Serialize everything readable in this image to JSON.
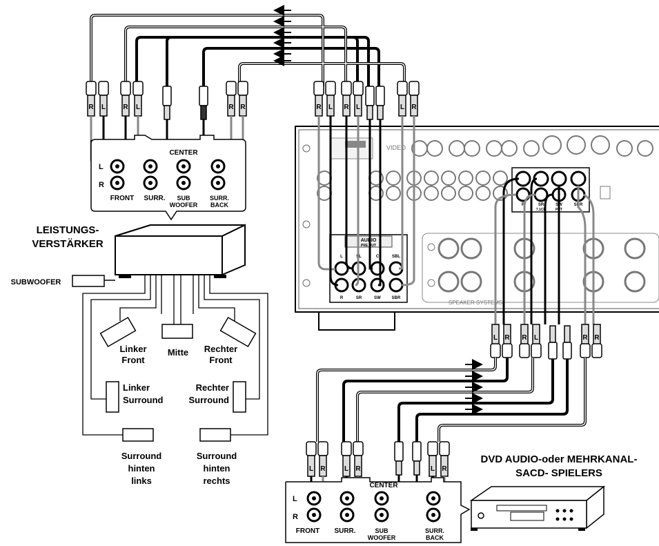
{
  "amp_panel": {
    "jack_L": "L",
    "jack_R": "R",
    "front": "FRONT",
    "surr": "SURR.",
    "center": "CENTER",
    "sub1": "SUB",
    "sub2": "WOOFER",
    "sback1": "SURR.",
    "sback2": "BACK"
  },
  "power_amp_label": [
    "LEISTUNGS-",
    "VERSTÄRKER"
  ],
  "subwoofer_label": "SUBWOOFER",
  "speakers": {
    "left_front": [
      "Linker",
      "Front"
    ],
    "center": "Mitte",
    "right_front": [
      "Rechter",
      "Front"
    ],
    "left_surround": [
      "Linker",
      "Surround"
    ],
    "right_surround": [
      "Rechter",
      "Surround"
    ],
    "surround_back_left": [
      "Surround",
      "hinten",
      "links"
    ],
    "surround_back_right": [
      "Surround",
      "hinten",
      "rechts"
    ]
  },
  "plug_letters": {
    "front": [
      "R",
      "L"
    ],
    "surr": [
      "R",
      "L"
    ],
    "sback": [
      "R",
      "R"
    ],
    "rx_top": [
      "R",
      "L",
      "R",
      "L",
      "L",
      "R"
    ],
    "rx_bottom": [
      "L",
      "R",
      "R",
      "L",
      "R",
      "R"
    ],
    "dvd_front": [
      "L",
      "R"
    ],
    "dvd_surr": [
      "L",
      "R"
    ],
    "dvd_sback": [
      "L",
      "R"
    ]
  },
  "receiver": {
    "pre_out_title": "AUDIO",
    "pre_out_sub": "PRE OUT",
    "pre_out_cols": [
      "L",
      "SL",
      "C",
      "SBL"
    ],
    "pre_out_cols_bottom": [
      "R",
      "SR",
      "SW",
      "SBR"
    ],
    "multi_in_cols": [
      "R",
      "SR",
      "SW",
      "SBR"
    ],
    "multi_in_label": "7.1CH",
    "multi_in_put": "PUT",
    "speaker_systems": "SPEAKER SYSTEMS"
  },
  "dvd_player_label": [
    "DVD AUDIO-oder MEHRKANAL-",
    "SACD-  SPIELERS"
  ],
  "dvd_panel": {
    "jack_L": "L",
    "jack_R": "R",
    "front": "FRONT",
    "surr": "SURR.",
    "center": "CENTER",
    "sub1": "SUB",
    "sub2": "WOOFER",
    "sback1": "SURR.",
    "sback2": "BACK"
  }
}
